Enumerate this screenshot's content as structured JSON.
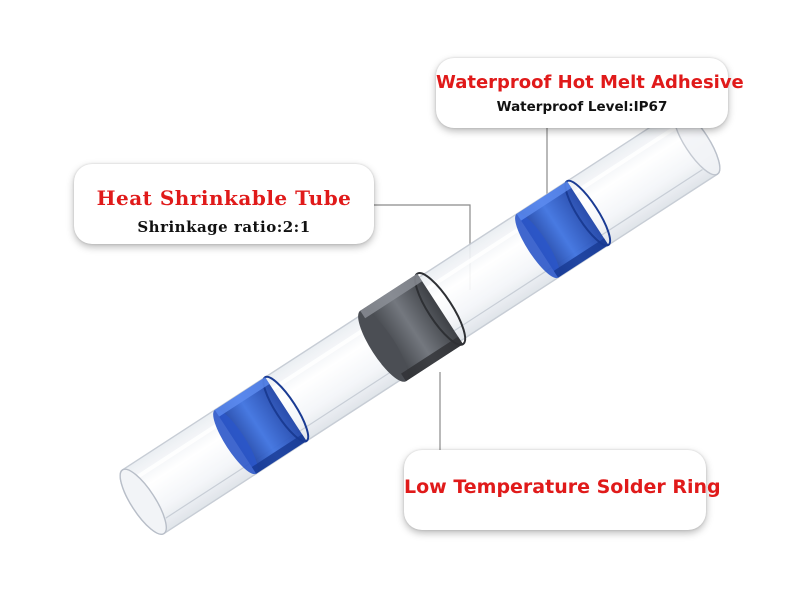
{
  "callouts": {
    "adhesive": {
      "title": "Waterproof Hot Melt Adhesive",
      "subtitle": "Waterproof Level:IP67"
    },
    "tube": {
      "title": "Heat Shrinkable Tube",
      "subtitle": "Shrinkage ratio:2:1"
    },
    "solder": {
      "title": "Low Temperature Solder Ring"
    }
  },
  "colors": {
    "title_red": "#e01a1a",
    "ring_blue": "#2a55c8",
    "solder_gray": "#5a5d63",
    "tube_edge": "#c9ced6",
    "leader_line": "#8a8a8a"
  },
  "icons": {
    "tube": "transparent-heat-shrink-tube",
    "adhesive_rings": "blue-adhesive-ring",
    "solder": "gray-solder-ring"
  }
}
